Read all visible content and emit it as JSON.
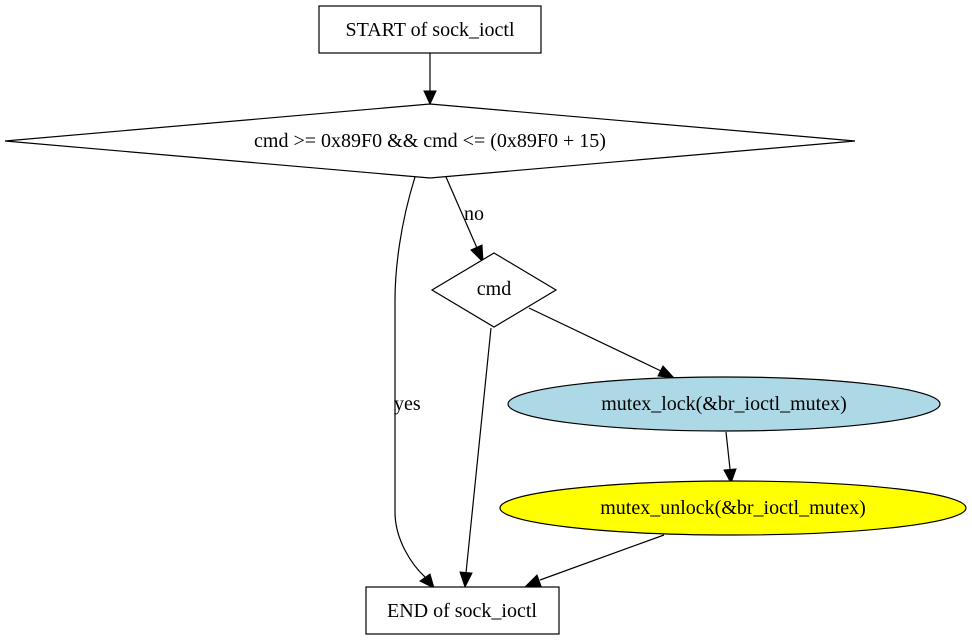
{
  "nodes": {
    "start": {
      "label": "START of sock_ioctl",
      "fill": "#ffffff"
    },
    "cond_range": {
      "label": "cmd >= 0x89F0 && cmd <= (0x89F0 + 15)",
      "fill": "#ffffff"
    },
    "cond_cmd": {
      "label": "cmd",
      "fill": "#ffffff"
    },
    "lock": {
      "label": "mutex_lock(&br_ioctl_mutex)",
      "fill": "#add8e6"
    },
    "unlock": {
      "label": "mutex_unlock(&br_ioctl_mutex)",
      "fill": "#ffff00"
    },
    "end": {
      "label": "END of sock_ioctl",
      "fill": "#ffffff"
    }
  },
  "edges": {
    "start_to_range": {
      "label": ""
    },
    "range_no": {
      "label": "no"
    },
    "range_yes": {
      "label": "yes"
    },
    "cmd_to_end": {
      "label": ""
    },
    "cmd_to_lock": {
      "label": ""
    },
    "lock_to_unlock": {
      "label": ""
    },
    "unlock_to_end": {
      "label": ""
    }
  }
}
